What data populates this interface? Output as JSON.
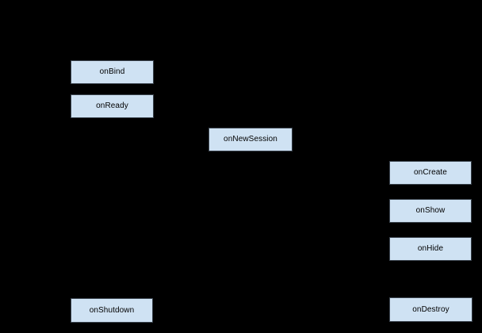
{
  "canvas": {
    "background_color": "#000000"
  },
  "node_style": {
    "fill_color": "#cfe2f3",
    "border_color": "#3a434d",
    "text_color": "#000000"
  },
  "nodes": [
    {
      "id": "onBind",
      "label": "onBind"
    },
    {
      "id": "onReady",
      "label": "onReady"
    },
    {
      "id": "onNewSession",
      "label": "onNewSession"
    },
    {
      "id": "onCreate",
      "label": "onCreate"
    },
    {
      "id": "onShow",
      "label": "onShow"
    },
    {
      "id": "onHide",
      "label": "onHide"
    },
    {
      "id": "onShutdown",
      "label": "onShutdown"
    },
    {
      "id": "onDestroy",
      "label": "onDestroy"
    }
  ]
}
